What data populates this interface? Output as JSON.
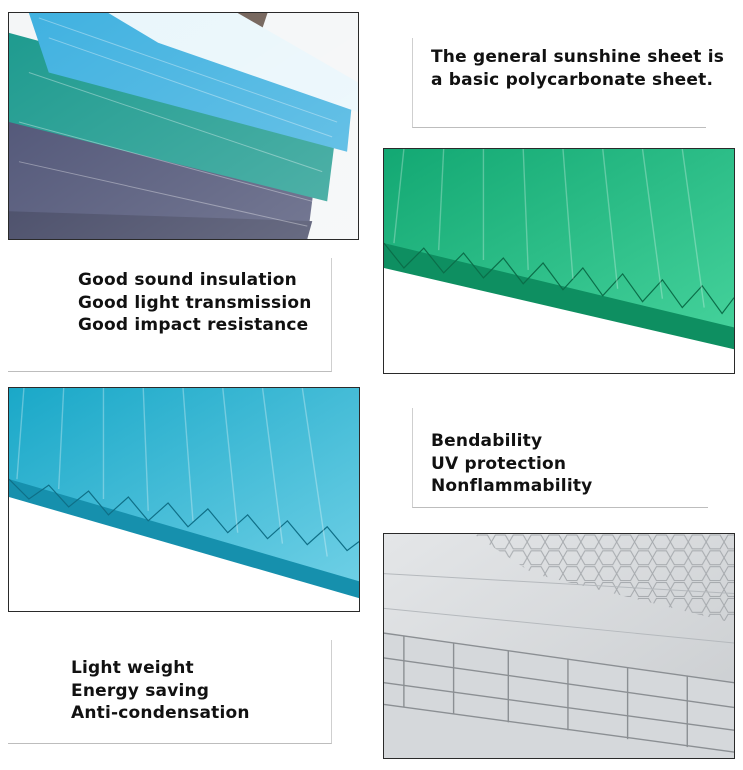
{
  "captions": {
    "intro": [
      "The general sunshine sheet is",
      "a basic polycarbonate sheet."
    ],
    "block1": [
      "Good sound insulation",
      "Good light transmission",
      "Good impact resistance"
    ],
    "block2": [
      "Bendability",
      "UV protection",
      "Nonflammability"
    ],
    "block3": [
      "Light weight",
      "Energy saving",
      "Anti-condensation"
    ]
  },
  "colors": {
    "green_sheet": "#1fb27e",
    "blue_sheet": "#26b0cf",
    "clear_sheet": "#d9dadb",
    "stack_blue": "#3fb1e0",
    "stack_teal": "#1c9a8e",
    "stack_navy": "#4a4f72",
    "stack_brown": "#6b5a50"
  }
}
